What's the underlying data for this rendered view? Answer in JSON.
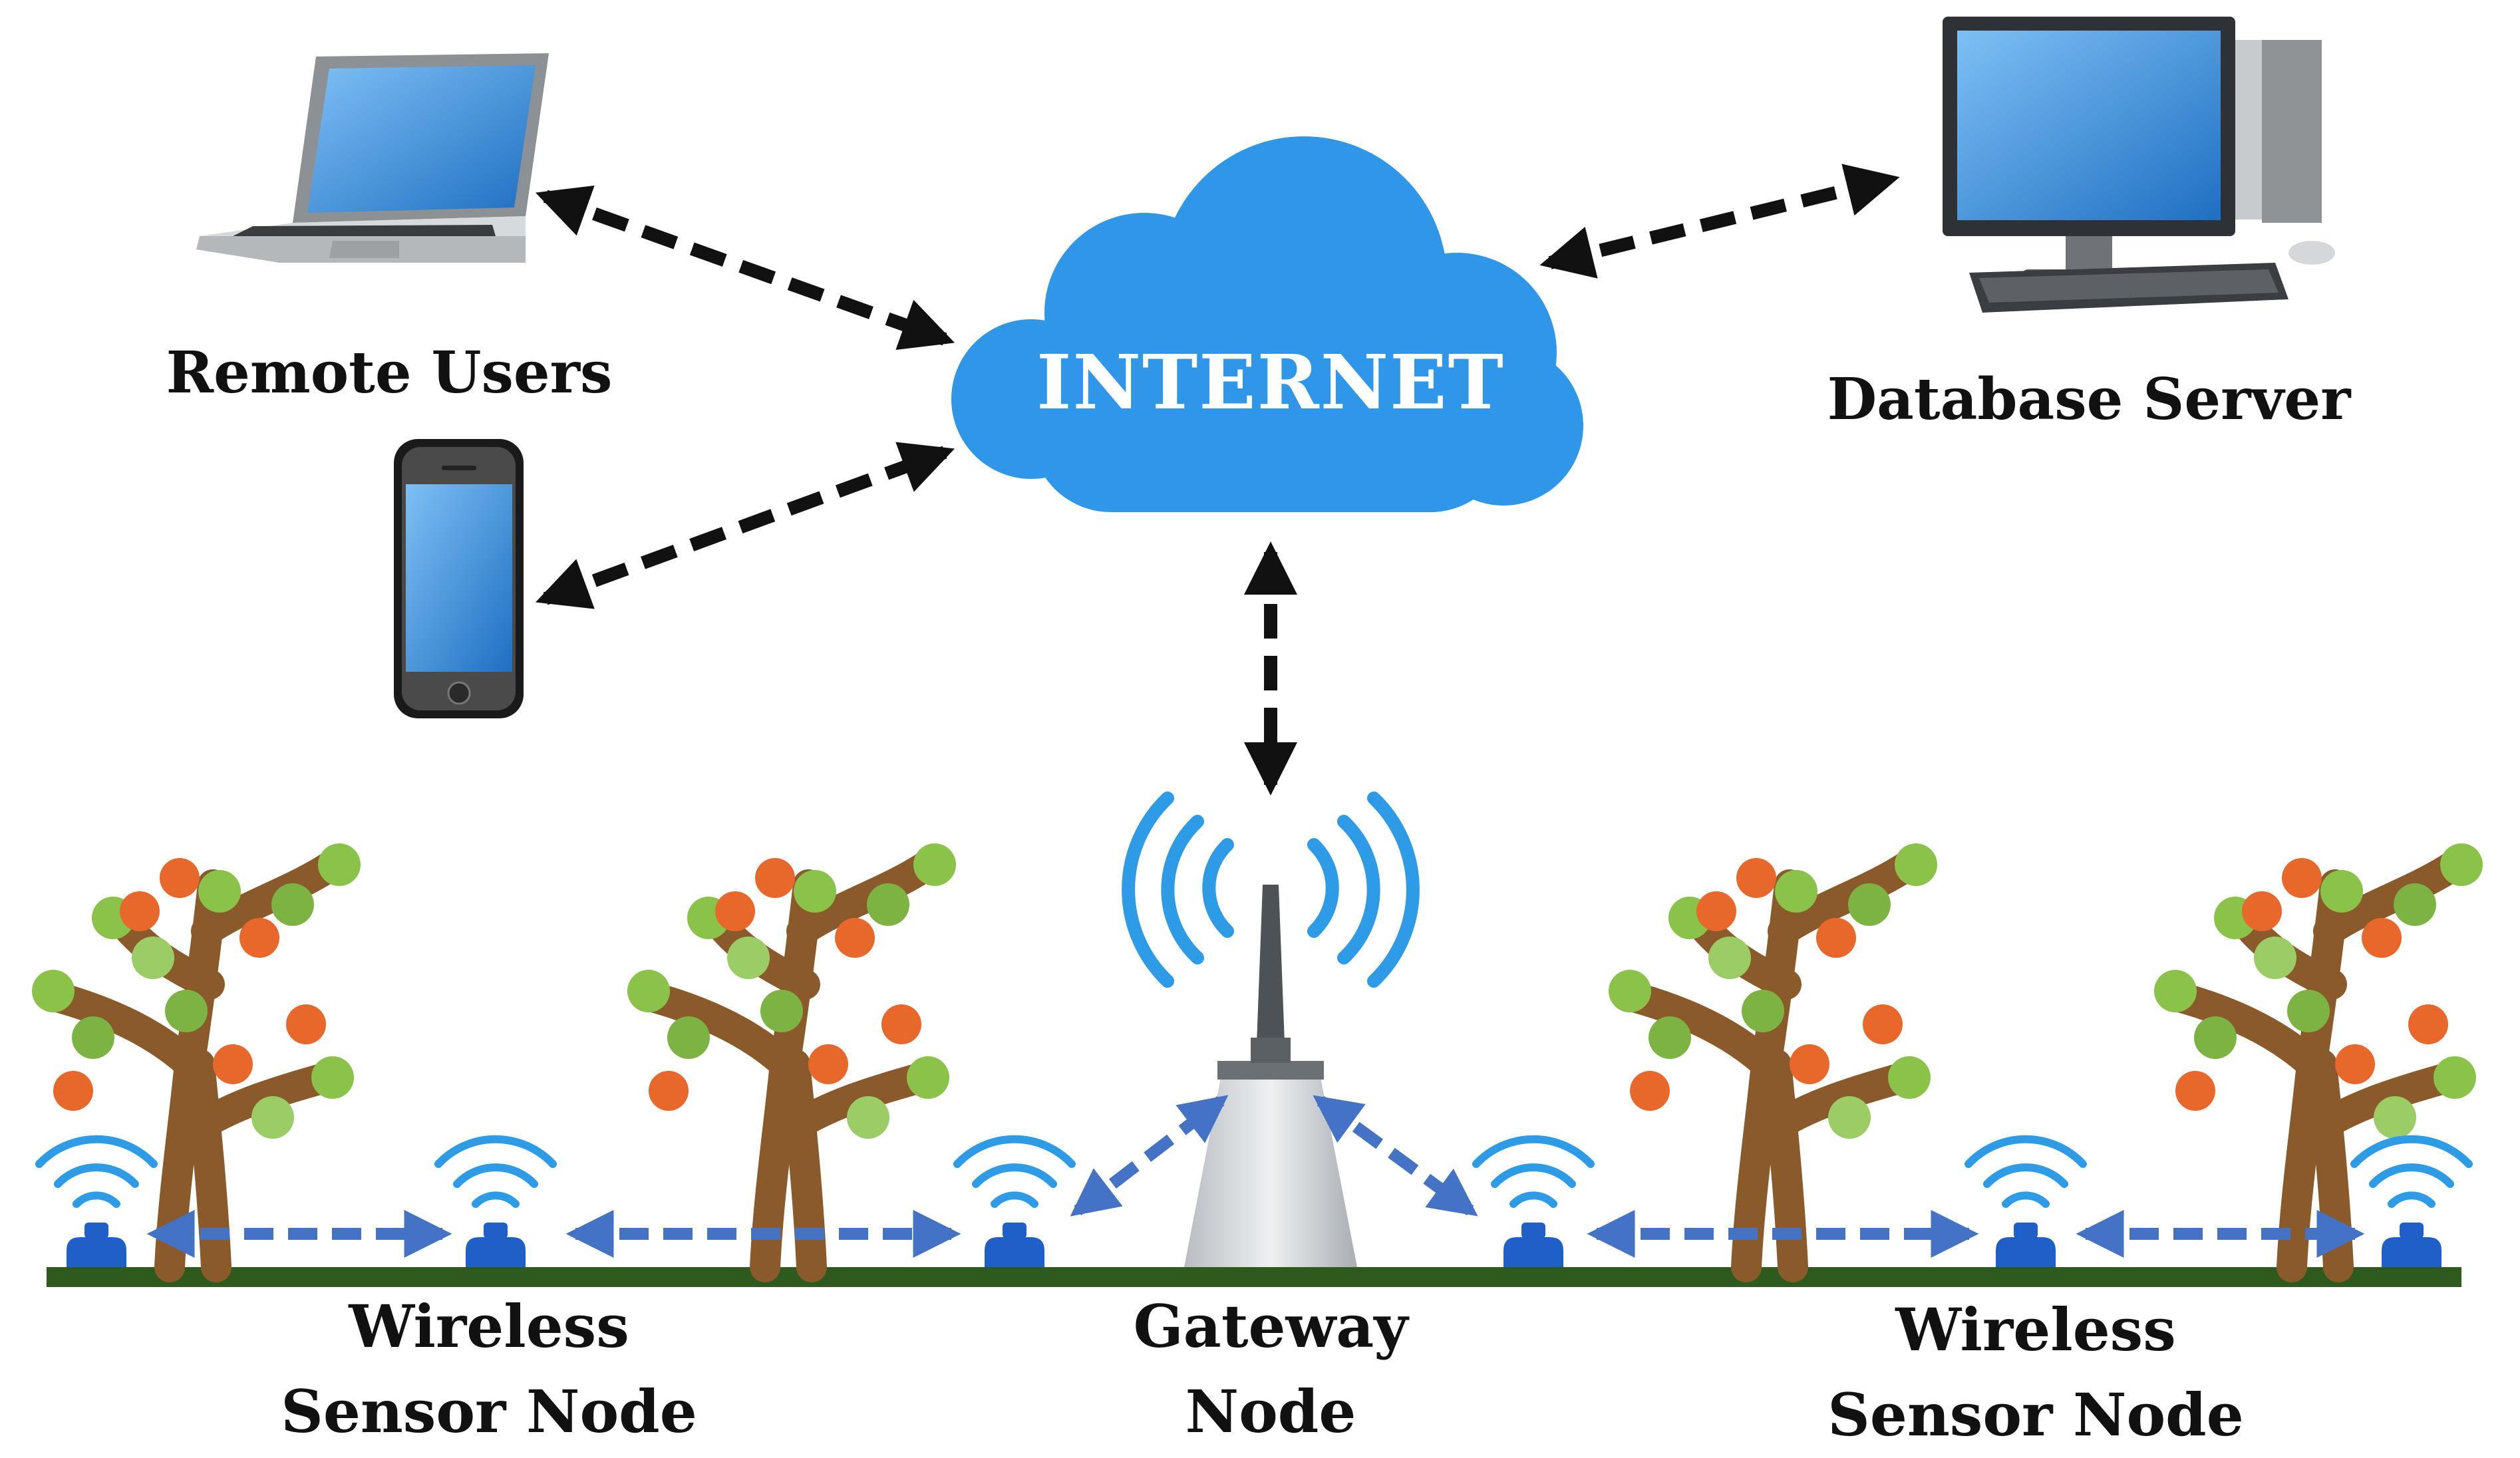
{
  "cloud": {
    "label": "INTERNET",
    "color": "#2F96E8"
  },
  "labels": {
    "remote_users": "Remote Users",
    "database_server": "Database Server",
    "wireless_left_line1": "Wireless",
    "wireless_left_line2": "Sensor Node",
    "gateway_line1": "Gateway",
    "gateway_line2": "Node",
    "wireless_right_line1": "Wireless",
    "wireless_right_line2": "Sensor Node"
  },
  "colors": {
    "internet_link": "#111111",
    "sensor_link": "#4472C4",
    "sensor_node": "#1F5FC8",
    "ground": "#2F5A1E",
    "signal_waves": "#2E9BE6"
  },
  "icons": [
    "laptop-icon",
    "smartphone-icon",
    "desktop-computer-icon",
    "cloud-icon",
    "antenna-icon",
    "tree-icon",
    "sensor-node-icon"
  ]
}
